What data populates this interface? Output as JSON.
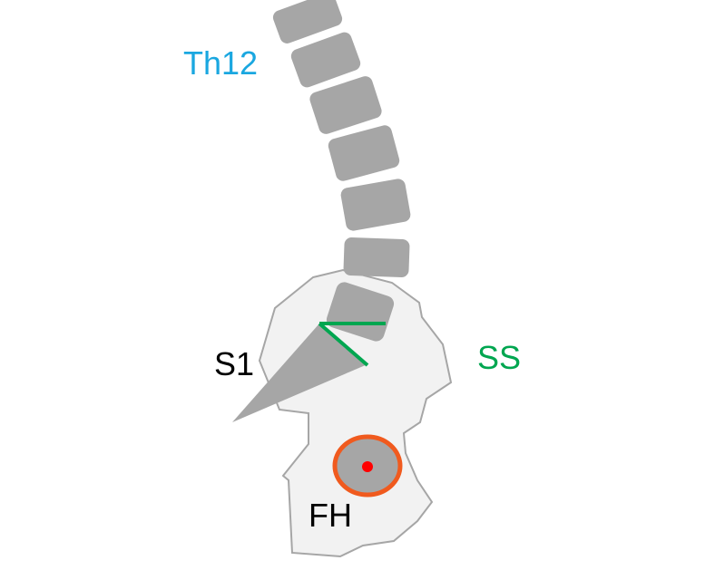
{
  "labels": {
    "th12": "Th12",
    "s1": "S1",
    "ss": "SS",
    "fh": "FH"
  },
  "colors": {
    "th12_label": "#1aa7e0",
    "ss_label": "#00a650",
    "ss_lines": "#00a650",
    "vertebra_fill": "#a6a6a6",
    "pelvis_fill": "#f2f2f2",
    "pelvis_stroke": "#a6a6a6",
    "femoral_head_ring": "#f05a1e",
    "femoral_head_center": "#ff0000"
  }
}
